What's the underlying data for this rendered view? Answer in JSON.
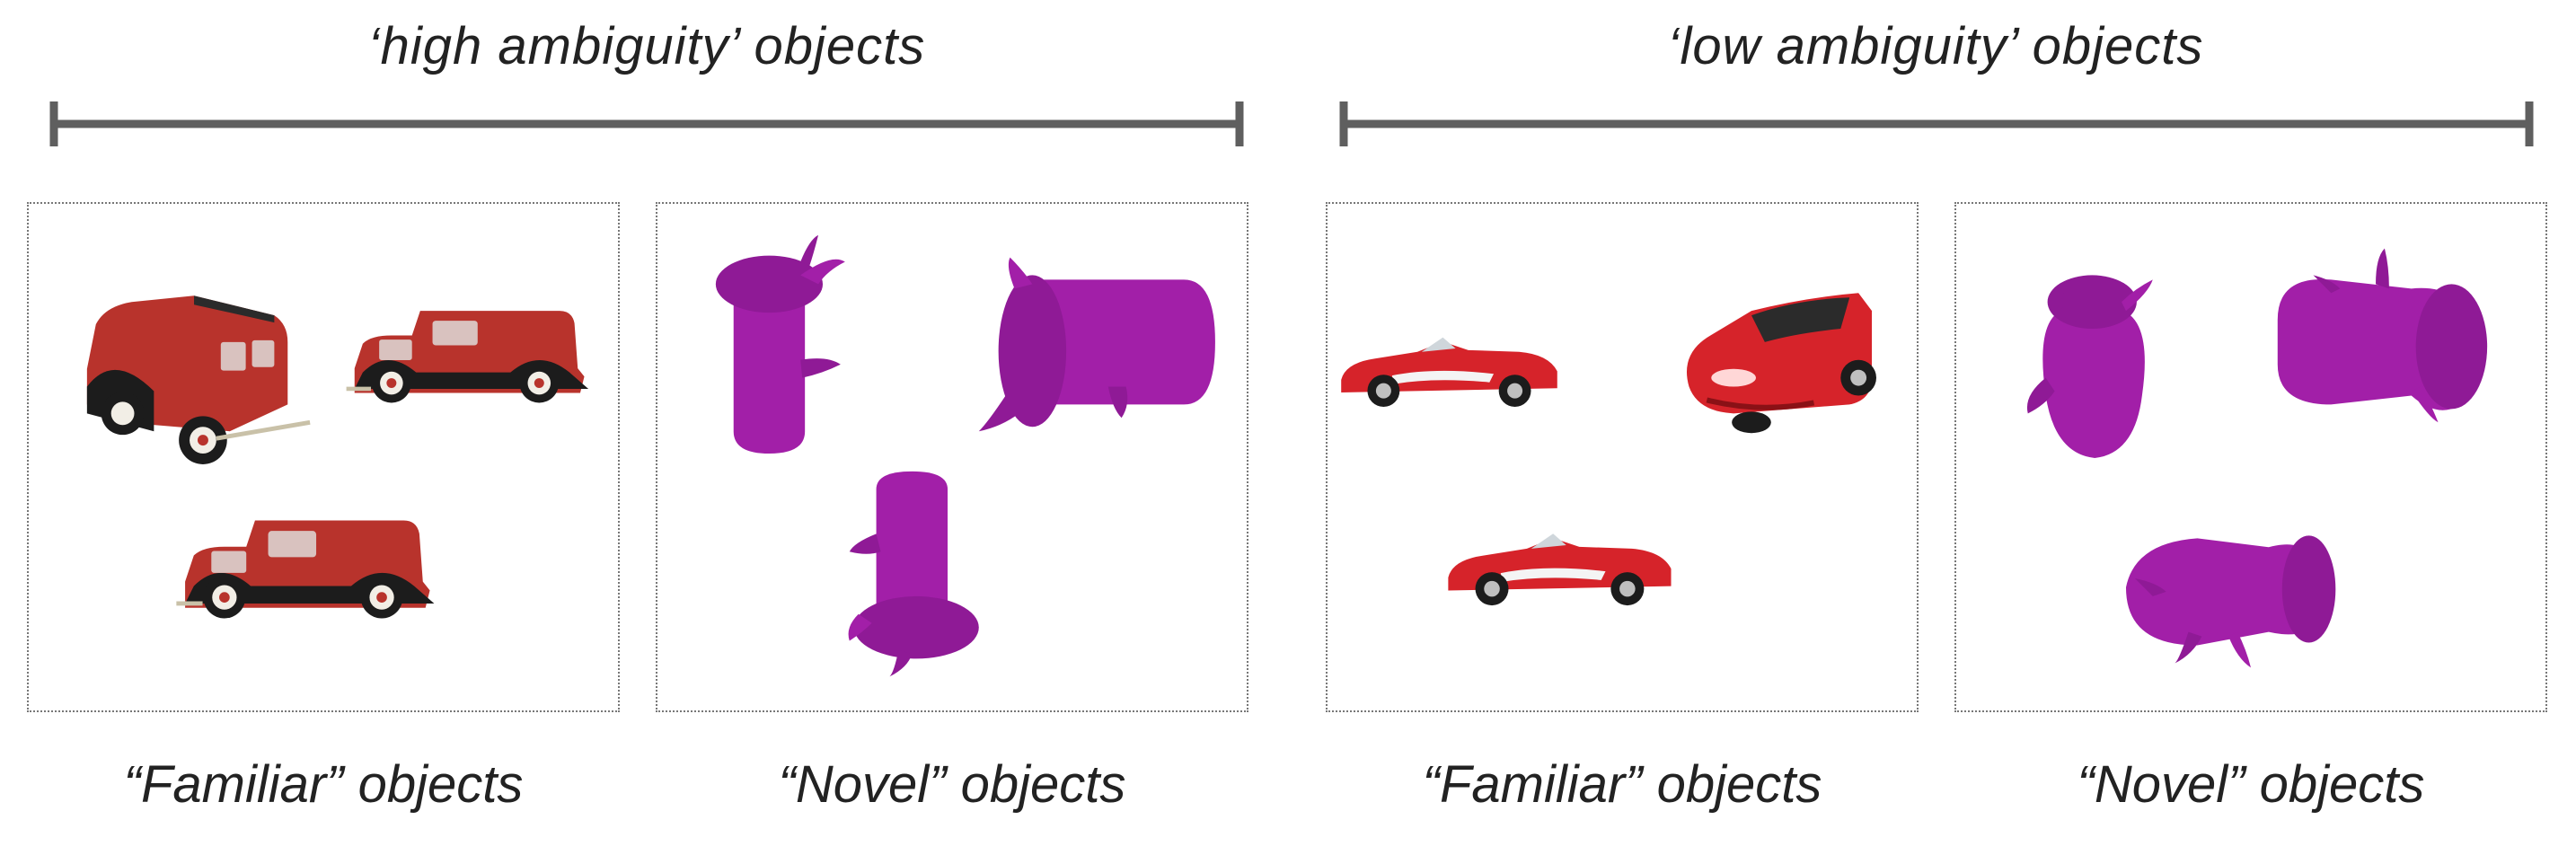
{
  "groups": [
    {
      "title": "‘high ambiguity’ objects"
    },
    {
      "title": "‘low ambiguity’ objects"
    }
  ],
  "panels": [
    {
      "label": "“Familiar” objects",
      "content": "vintage red panel vans"
    },
    {
      "label": "“Novel” objects",
      "content": "purple novel shapes"
    },
    {
      "label": "“Familiar” objects",
      "content": "red sports cars"
    },
    {
      "label": "“Novel” objects",
      "content": "purple novel shapes"
    }
  ],
  "colors": {
    "bar": "#5f5f5f",
    "truck_body": "#b8332c",
    "sports_car": "#d6232a",
    "novel_shape": "#a21fa8",
    "border": "#777777"
  }
}
